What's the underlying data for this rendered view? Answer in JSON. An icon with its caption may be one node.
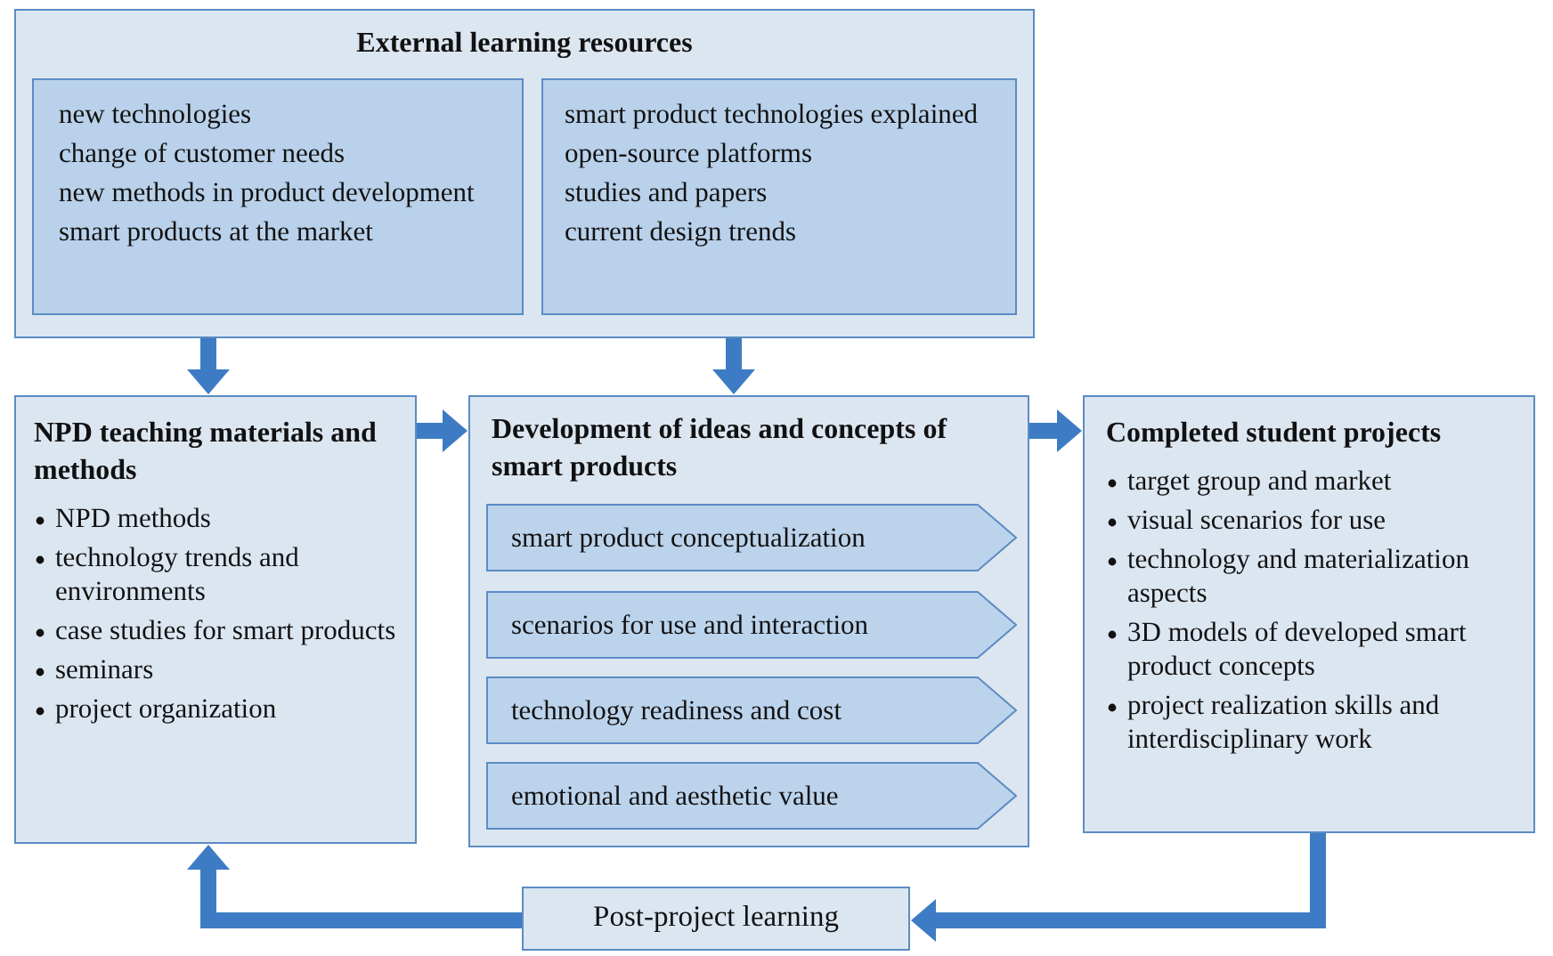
{
  "diagram": {
    "nodes": [
      {
        "text": [
          "External learning resources"
        ]
      },
      {
        "text": [
          "new technologies",
          "change of customer needs",
          "new methods in product development",
          "smart products at the market"
        ],
        "in": 0
      },
      {
        "text": [
          "smart product technologies explained",
          "open-source platforms",
          "studies and papers",
          "current design trends"
        ],
        "in": 0
      },
      {
        "text": [
          "NPD teaching materials and methods",
          "NPD methods",
          "technology trends and environments",
          "case studies for smart products",
          "seminars",
          "project organization"
        ]
      },
      {
        "text": [
          "Development of ideas and concepts of smart products"
        ]
      },
      {
        "text": [
          "smart product conceptualization"
        ],
        "in": 4
      },
      {
        "text": [
          "scenarios for use and interaction"
        ],
        "in": 4
      },
      {
        "text": [
          "technology readiness and cost"
        ],
        "in": 4
      },
      {
        "text": [
          "emotional and aesthetic value"
        ],
        "in": 4
      },
      {
        "text": [
          "Completed student projects",
          "target group and market",
          "visual scenarios for use",
          "technology and materialization aspects",
          "3D models of developed smart product concepts",
          "project realization skills and interdisciplinary work"
        ]
      },
      {
        "text": [
          "Post-project learning"
        ]
      }
    ],
    "edges": [
      {
        "from": 0,
        "to": 3,
        "arrow": "to"
      },
      {
        "from": 0,
        "to": 4,
        "arrow": "to"
      },
      {
        "from": 3,
        "to": 4,
        "arrow": "to"
      },
      {
        "from": 4,
        "to": 9,
        "arrow": "to"
      },
      {
        "from": 9,
        "to": 10,
        "arrow": "to"
      },
      {
        "from": 10,
        "to": 3,
        "arrow": "to"
      }
    ]
  }
}
